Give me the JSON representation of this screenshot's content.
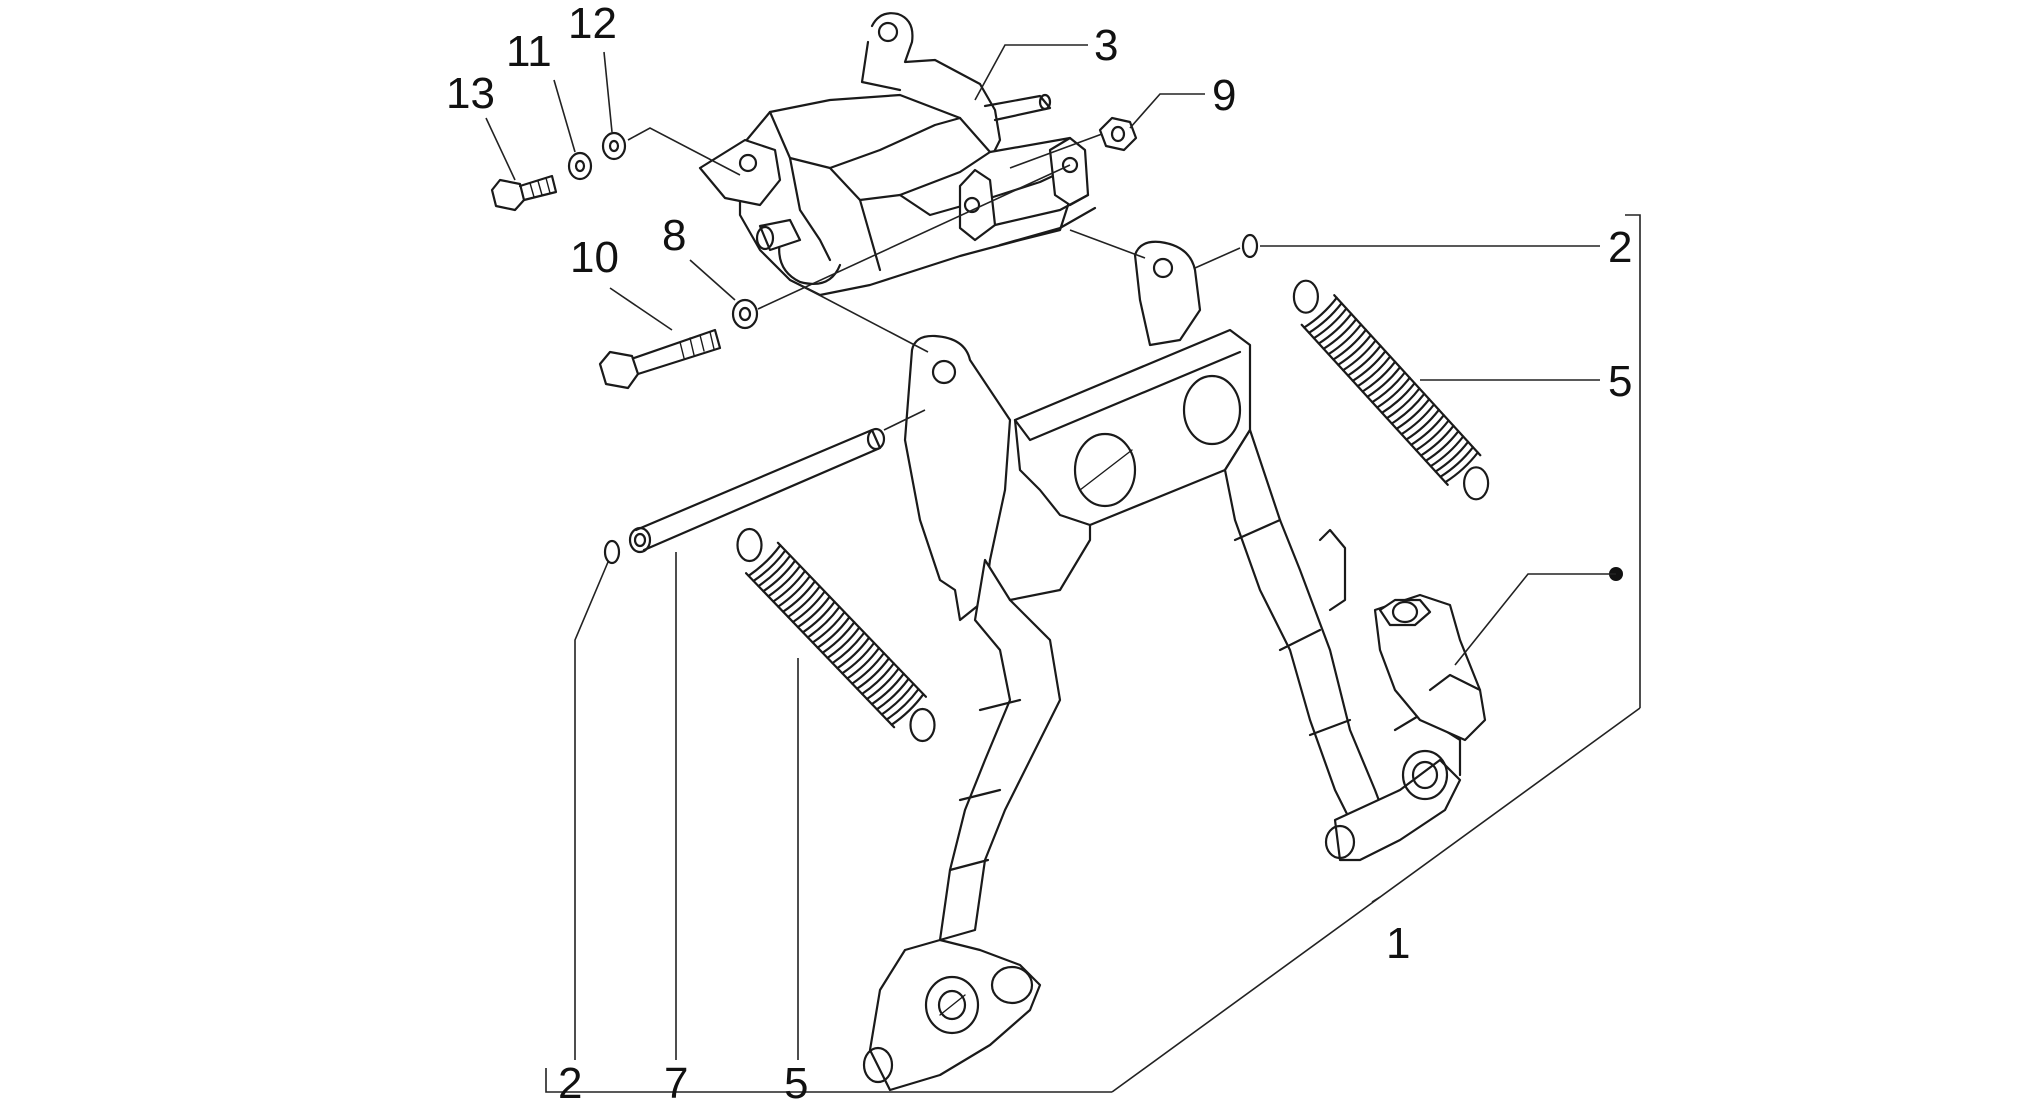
{
  "callouts": {
    "c1": "1",
    "c2a": "2",
    "c2b": "2",
    "c3": "3",
    "c5a": "5",
    "c5b": "5",
    "c7": "7",
    "c8": "8",
    "c9": "9",
    "c10": "10",
    "c11": "11",
    "c12": "12",
    "c13": "13"
  },
  "colors": {
    "line": "#1a1a1a",
    "background": "#ffffff"
  }
}
